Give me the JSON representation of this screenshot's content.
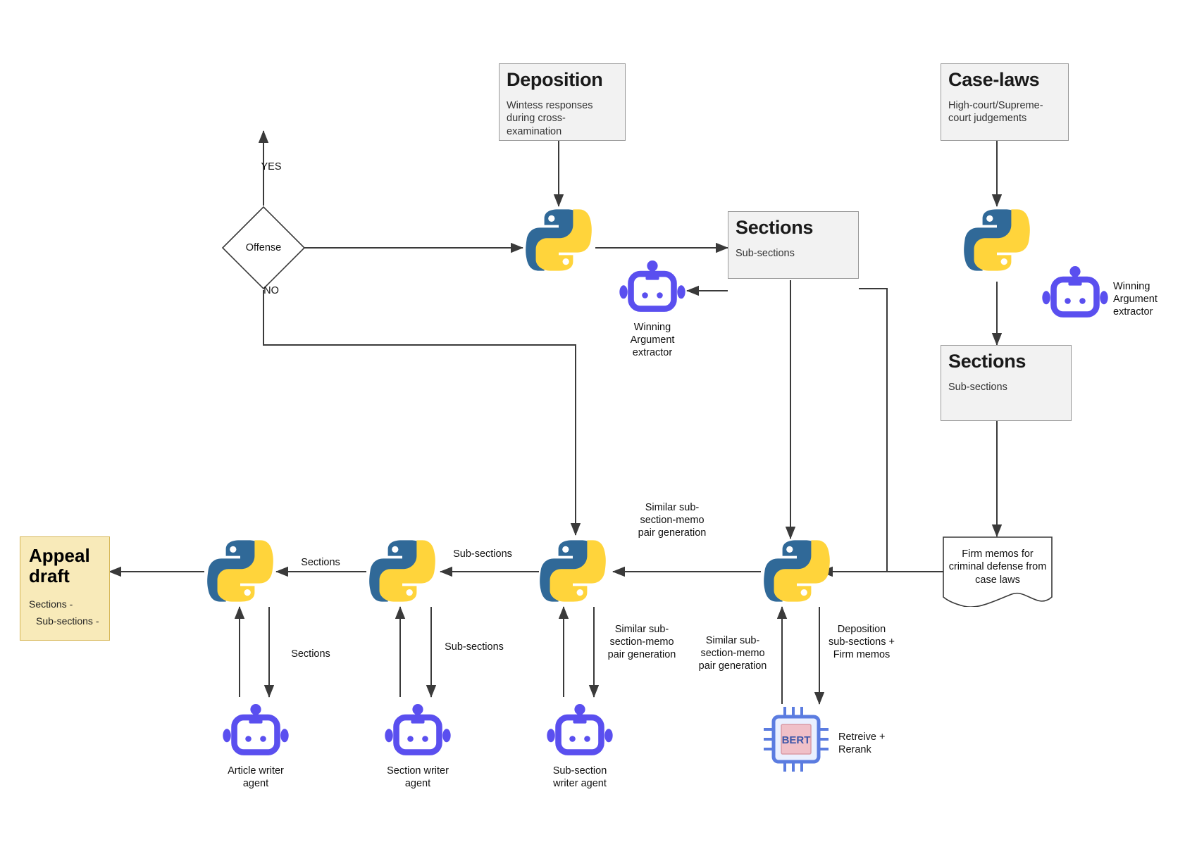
{
  "diagram": {
    "title": "Legal appeal drafting agent pipeline",
    "colors": {
      "python_blue": "#306998",
      "python_yellow": "#FFD43B",
      "robot_purple": "#5A4FEF",
      "box_fill": "#f2f2f2",
      "box_border": "#999999",
      "appeal_fill": "#f8eab9",
      "appeal_border": "#d6b656",
      "line": "#3a3a3a",
      "chip_blue": "#5b7ce0",
      "chip_pink": "#f0c0c8"
    },
    "nodes": {
      "deposition": {
        "title": "Deposition",
        "subtitle": "Wintess responses during cross-examination"
      },
      "case_laws": {
        "title": "Case-laws",
        "subtitle": "High-court/Supreme-court judgements"
      },
      "sections_mid": {
        "title": "Sections",
        "subtitle": "Sub-sections"
      },
      "sections_right": {
        "title": "Sections",
        "subtitle": "Sub-sections"
      },
      "appeal_draft": {
        "title": "Appeal draft",
        "line1": "Sections -",
        "line2": "Sub-sections -"
      },
      "offense_decision": {
        "label": "Offense",
        "yes": "YES",
        "no": "NO"
      },
      "firm_memos": {
        "text": "Firm memos for criminal defense from case laws"
      }
    },
    "icons": {
      "python_deposition": "python-logo-icon",
      "python_caselaw": "python-logo-icon",
      "python_article": "python-logo-icon",
      "python_section": "python-logo-icon",
      "python_subsection": "python-logo-icon",
      "python_retriever": "python-logo-icon",
      "robot_winning_mid": "robot-icon",
      "robot_winning_right": "robot-icon",
      "robot_article_writer": "robot-icon",
      "robot_section_writer": "robot-icon",
      "robot_subsection_writer": "robot-icon",
      "bert_chip": "bert-chip-icon"
    },
    "icon_labels": {
      "winning_extractor_mid": "Winning Argument extractor",
      "winning_extractor_right": "Winning Argument extractor",
      "article_writer_agent": "Article writer agent",
      "section_writer_agent": "Section writer agent",
      "subsection_writer_agent": "Sub-section writer agent",
      "bert_label": "Retreive + Rerank",
      "bert_text": "BERT"
    },
    "edge_labels": {
      "yes": "YES",
      "no": "NO",
      "sections_to_appeal": "Sections",
      "subsections_to_section": "Sub-sections",
      "article_sections": "Sections",
      "section_subsections": "Sub-sections",
      "similar_pair_top": "Similar sub-section-memo pair generation",
      "similar_pair_subsec": "Similar sub-section-memo pair generation",
      "similar_pair_retriever": "Similar sub-section-memo pair generation",
      "deposition_plus_memos": "Deposition sub-sections + Firm memos"
    }
  }
}
